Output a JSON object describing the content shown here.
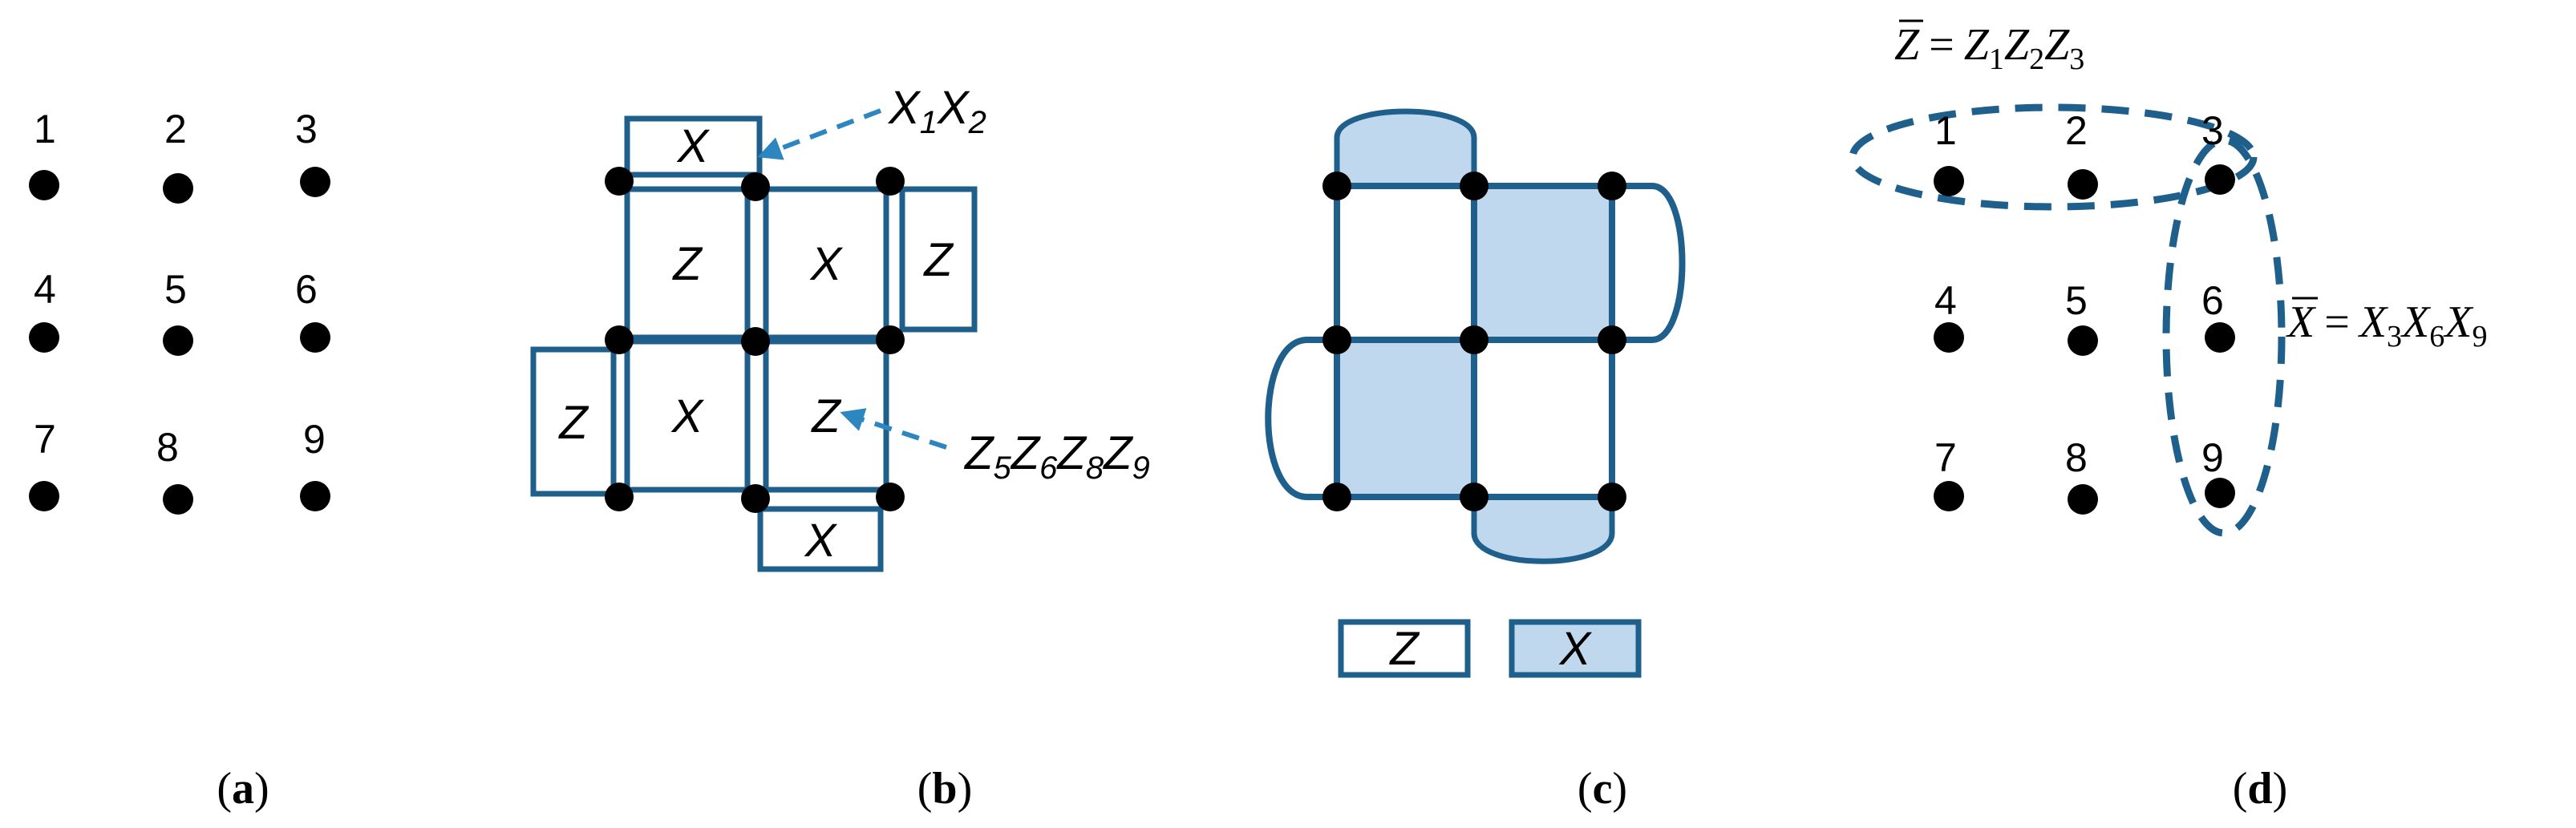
{
  "colors": {
    "stroke": "#1f5f8b",
    "fill": "#c0d8ee",
    "arrow": "#2e86c1",
    "qubit": "#000000"
  },
  "panel_a": {
    "caption_open": "(",
    "caption_letter": "a",
    "caption_close": ")",
    "labels": [
      "1",
      "2",
      "3",
      "4",
      "5",
      "6",
      "7",
      "8",
      "9"
    ]
  },
  "panel_b": {
    "caption_open": "(",
    "caption_letter": "b",
    "caption_close": ")",
    "ops": {
      "top_x": "X",
      "mid_left": "Z",
      "mid_center": "X",
      "mid_right": "Z",
      "low_left": "Z",
      "low_center": "X",
      "low_right": "Z",
      "bottom_x": "X"
    },
    "annotation_top": {
      "a": "X",
      "a_sub": "1",
      "b": "X",
      "b_sub": "2"
    },
    "annotation_bottom": {
      "a": "Z",
      "a_sub": "5",
      "b": "Z",
      "b_sub": "6",
      "c": "Z",
      "c_sub": "8",
      "d": "Z",
      "d_sub": "9"
    }
  },
  "panel_c": {
    "caption_open": "(",
    "caption_letter": "c",
    "caption_close": ")",
    "legend_z": "Z",
    "legend_x": "X"
  },
  "panel_d": {
    "caption_open": "(",
    "caption_letter": "d",
    "caption_close": ")",
    "labels": [
      "1",
      "2",
      "3",
      "4",
      "5",
      "6",
      "7",
      "8",
      "9"
    ],
    "logical_z": {
      "lhs": "Z",
      "eq": "=",
      "t1": "Z",
      "s1": "1",
      "t2": "Z",
      "s2": "2",
      "t3": "Z",
      "s3": "3"
    },
    "logical_x": {
      "lhs": "X",
      "eq": "=",
      "t1": "X",
      "s1": "3",
      "t2": "X",
      "s2": "6",
      "t3": "X",
      "s3": "9"
    }
  }
}
